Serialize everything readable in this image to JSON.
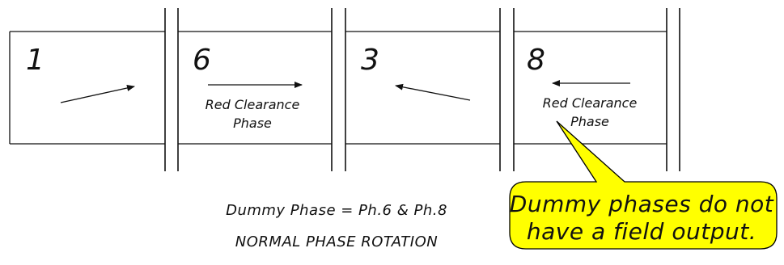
{
  "phases": [
    {
      "number": "1",
      "label_line1": "",
      "label_line2": ""
    },
    {
      "number": "6",
      "label_line1": "Red Clearance",
      "label_line2": "Phase"
    },
    {
      "number": "3",
      "label_line1": "",
      "label_line2": ""
    },
    {
      "number": "8",
      "label_line1": "Red Clearance",
      "label_line2": "Phase"
    }
  ],
  "captions": {
    "dummy_phase": "Dummy Phase = Ph.6 & Ph.8",
    "rotation": "NORMAL PHASE ROTATION"
  },
  "callout": {
    "line1": "Dummy phases do not",
    "line2": "have a field output.",
    "fill_color": "#ffff00",
    "border_color": "#000000"
  }
}
